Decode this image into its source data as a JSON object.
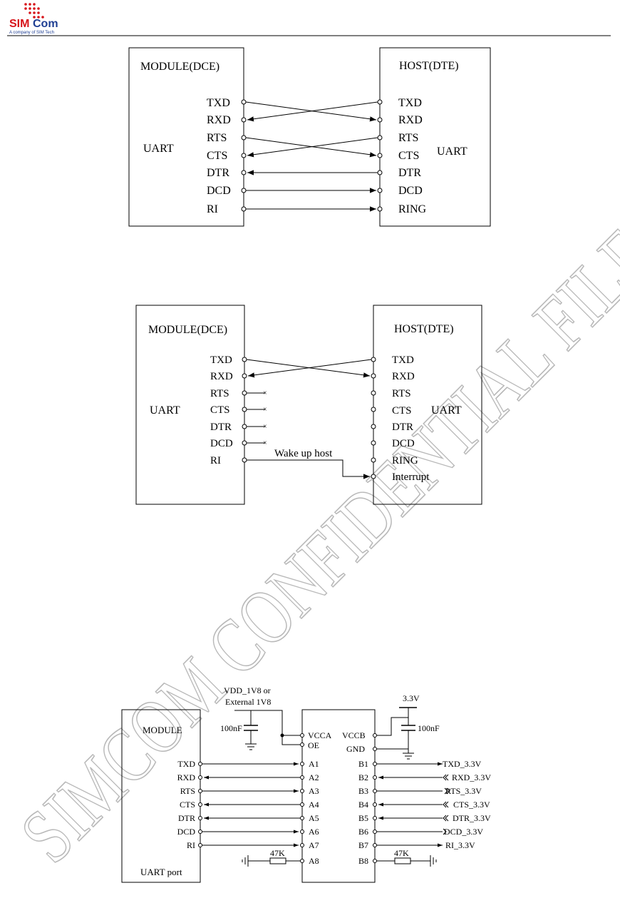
{
  "header": {
    "logo_text": "SIMCom",
    "tagline": "A company of SIM Tech",
    "logo_colors": {
      "sim": "#d7141a",
      "com": "#1f3f93",
      "dots": "#d7141a"
    }
  },
  "watermark": {
    "text": "SIMCOM CONFIDENTIAL FILE",
    "color": "#b3b3b3"
  },
  "diagram1": {
    "module_title": "MODULE(DCE)",
    "host_title": "HOST(DTE)",
    "module_block": "UART",
    "host_block": "UART",
    "module_pins": [
      "TXD",
      "RXD",
      "RTS",
      "CTS",
      "DTR",
      "DCD",
      "RI"
    ],
    "host_pins": [
      "TXD",
      "RXD",
      "RTS",
      "CTS",
      "DTR",
      "DCD",
      "RING"
    ]
  },
  "diagram2": {
    "module_title": "MODULE(DCE)",
    "host_title": "HOST(DTE)",
    "module_block": "UART",
    "host_block": "UART",
    "module_pins": [
      "TXD",
      "RXD",
      "RTS",
      "CTS",
      "DTR",
      "DCD",
      "RI"
    ],
    "host_pins": [
      "TXD",
      "RXD",
      "RTS",
      "CTS",
      "DTR",
      "DCD",
      "RING",
      "Interrupt"
    ],
    "wake_label": "Wake up host",
    "nc_mark": "×"
  },
  "diagram3": {
    "module_title": "MODULE",
    "module_footer": "UART port",
    "module_pins": [
      "TXD",
      "RXD",
      "RTS",
      "CTS",
      "DTR",
      "DCD",
      "RI"
    ],
    "supply_label_1": "VDD_1V8 or",
    "supply_label_2": "External 1V8",
    "cap_left": "100nF",
    "cap_right": "100nF",
    "supply_right": "3.3V",
    "chip_left_top": [
      "VCCA",
      "OE"
    ],
    "chip_right_top": [
      "VCCB",
      "GND"
    ],
    "chip_a_pins": [
      "A1",
      "A2",
      "A3",
      "A4",
      "A5",
      "A6",
      "A7",
      "A8"
    ],
    "chip_b_pins": [
      "B1",
      "B2",
      "B3",
      "B4",
      "B5",
      "B6",
      "B7",
      "B8"
    ],
    "host_signals": [
      "TXD_3.3V",
      "RXD_3.3V",
      "RTS_3.3V",
      "CTS_3.3V",
      "DTR_3.3V",
      "DCD_3.3V",
      "RI_3.3V"
    ],
    "resistor_left": "47K",
    "resistor_right": "47K"
  }
}
